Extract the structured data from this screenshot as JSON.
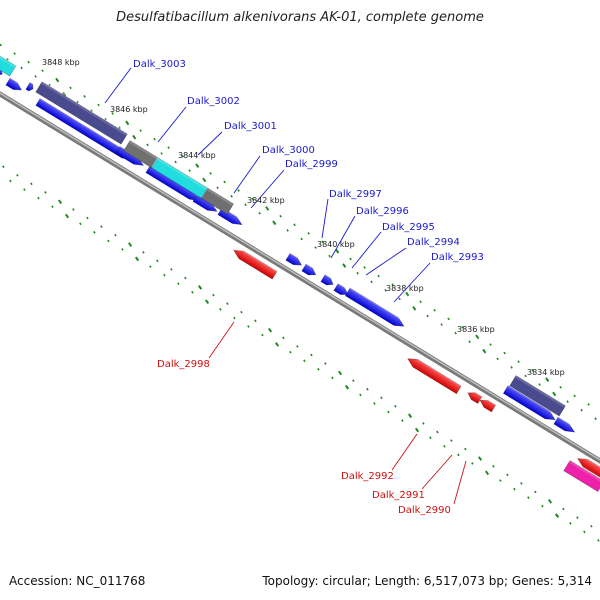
{
  "title": "Desulfatibacillum alkenivorans AK-01, complete genome",
  "footer": {
    "accession": "Accession: NC_011768",
    "topology": "Topology: circular; Length: 6,517,073 bp; Genes: 5,314"
  },
  "colors": {
    "backbone": "#8a8a8a",
    "forward_gene": "#0a0aee",
    "reverse_gene": "#ee1111",
    "cds_dark": "#4a4a8e",
    "cds_cyan": "#22dddd",
    "cds_gray": "#707070",
    "pink": "#ee22aa",
    "tick": "#228822",
    "forward_label": "#1a1acc",
    "reverse_label": "#cc1111"
  },
  "ticks": [
    "3848 kbp",
    "3846 kbp",
    "3844 kbp",
    "3842 kbp",
    "3840 kbp",
    "3838 kbp",
    "3836 kbp",
    "3834 kbp"
  ],
  "labels_forward": [
    "Dalk_3003",
    "Dalk_3002",
    "Dalk_3001",
    "Dalk_3000",
    "Dalk_2999",
    "Dalk_2997",
    "Dalk_2996",
    "Dalk_2995",
    "Dalk_2994",
    "Dalk_2993"
  ],
  "labels_reverse": [
    "Dalk_2998",
    "Dalk_2992",
    "Dalk_2991",
    "Dalk_2990"
  ]
}
